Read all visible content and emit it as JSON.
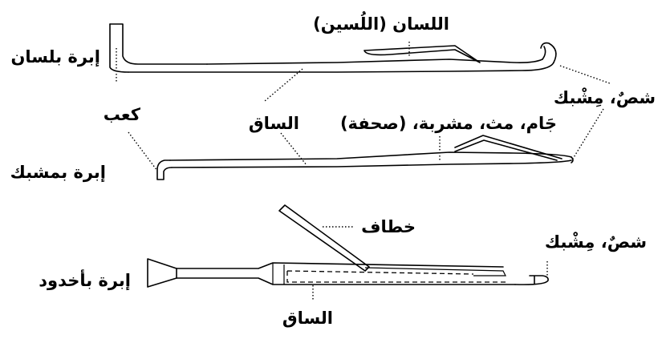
{
  "labels": {
    "tongue_needle": "إبرة بلسان",
    "tongue": "اللسان (اللُسين)",
    "hook_latch": "شصٌ، مِشْبك",
    "heel": "كعب",
    "shank": "الساق",
    "groove": "جَام، مث، مشربة، (صحفة)",
    "bearded_needle": "إبرة بمشبك",
    "latch": "خطاف",
    "hook_latch_2": "شصٌ، مِشْبك",
    "compound_needle": "إبرة بأخدود",
    "shank_2": "الساق"
  },
  "colors": {
    "ink": "#000000",
    "background": "#ffffff"
  }
}
